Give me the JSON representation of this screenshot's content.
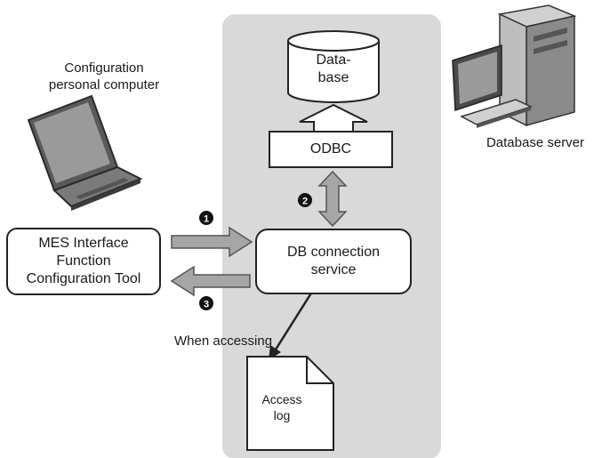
{
  "config_pc": {
    "line1": "Configuration",
    "line2": "personal computer"
  },
  "db_server": {
    "label": "Database server"
  },
  "database": {
    "line1": "Data-",
    "line2": "base"
  },
  "odbc": {
    "label": "ODBC"
  },
  "tool": {
    "line1": "MES Interface",
    "line2": "Function",
    "line3": "Configuration Tool"
  },
  "service": {
    "line1": "DB connection",
    "line2": "service"
  },
  "log": {
    "line1": "Access",
    "line2": "log"
  },
  "access_note": "When accessing",
  "markers": {
    "one": "1",
    "two": "2",
    "three": "3"
  },
  "colors": {
    "zone": "#d9d9d9",
    "arrow_fill": "#a6a6a6",
    "arrow_stroke": "#555555",
    "line": "#222222"
  }
}
